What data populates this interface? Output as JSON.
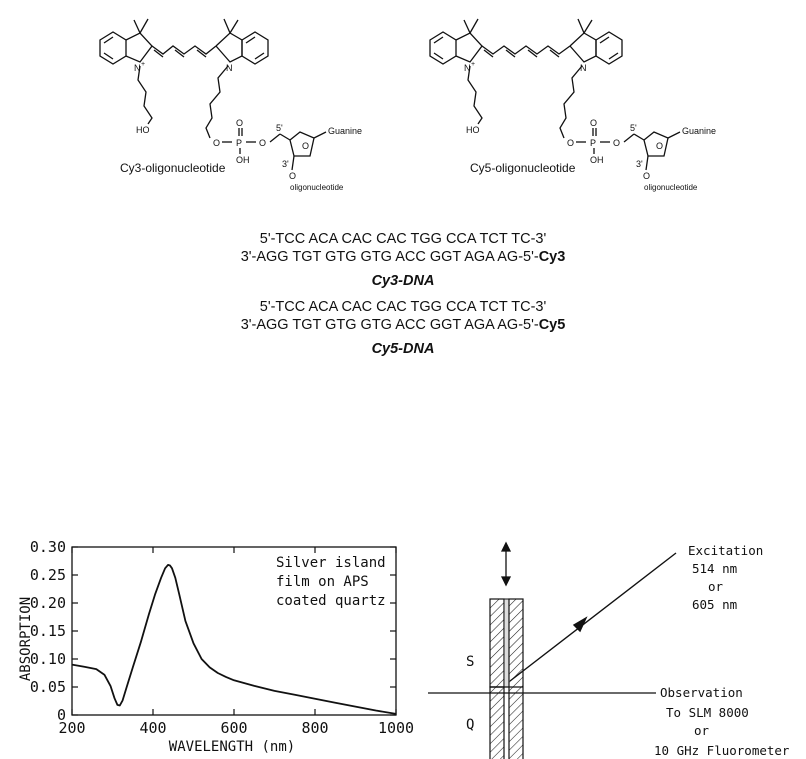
{
  "structures": {
    "cy3": {
      "caption": "Cy3-oligonucleotide",
      "n_plus": "N",
      "plus": "+",
      "n": "N",
      "ho": "HO",
      "o1": "O",
      "o2": "O",
      "o3": "O",
      "o4": "O",
      "p": "P",
      "oh": "OH",
      "five_prime": "5'",
      "three_prime": "3'",
      "o_base": "O",
      "guanine": "Guanine",
      "o_sub": "O",
      "oligo": "oligonucleotide"
    },
    "cy5": {
      "caption": "Cy5-oligonucleotide",
      "n_plus": "N",
      "plus": "+",
      "n": "N",
      "ho": "HO",
      "o1": "O",
      "o2": "O",
      "o3": "O",
      "o4": "O",
      "p": "P",
      "oh": "OH",
      "five_prime": "5'",
      "three_prime": "3'",
      "o_base": "O",
      "guanine": "Guanine",
      "o_sub": "O",
      "oligo": "oligonucleotide"
    }
  },
  "sequences": {
    "cy3": {
      "line1": "5'-TCC  ACA CAC CAC TGG CCA TCT TC-3'",
      "line2_prefix": "3'-AGG TGT GTG GTG ACC GGT AGA AG-5'-",
      "line2_dye": "Cy3",
      "label": "Cy3-DNA"
    },
    "cy5": {
      "line1": "5'-TCC  ACA CAC CAC TGG CCA TCT TC-3'",
      "line2_prefix": "3'-AGG TGT GTG GTG ACC GGT AGA AG-5'-",
      "line2_dye": "Cy5",
      "label": "Cy5-DNA"
    }
  },
  "chart_data": {
    "type": "line",
    "title": "",
    "annotation": [
      "Silver island",
      "film on APS",
      "coated quartz"
    ],
    "xlabel": "WAVELENGTH (nm)",
    "ylabel": "ABSORPTION",
    "xlim": [
      200,
      1000
    ],
    "ylim": [
      0,
      0.3
    ],
    "xticks": [
      200,
      400,
      600,
      800,
      1000
    ],
    "yticks": [
      0,
      0.05,
      0.1,
      0.15,
      0.2,
      0.25,
      0.3
    ],
    "xtick_labels": [
      "200",
      "400",
      "600",
      "800",
      "1000"
    ],
    "ytick_labels": [
      "0",
      "0.05",
      "0.10",
      "0.15",
      "0.20",
      "0.25",
      "0.30"
    ],
    "grid": false,
    "series": [
      {
        "x": [
          200,
          230,
          260,
          280,
          295,
          305,
          312,
          318,
          325,
          335,
          350,
          370,
          390,
          405,
          420,
          430,
          437,
          442,
          447,
          455,
          465,
          480,
          500,
          520,
          540,
          560,
          580,
          600,
          650,
          700,
          750,
          800,
          850,
          900,
          950,
          1000
        ],
        "y": [
          0.09,
          0.086,
          0.082,
          0.072,
          0.052,
          0.03,
          0.018,
          0.017,
          0.026,
          0.05,
          0.085,
          0.13,
          0.18,
          0.215,
          0.245,
          0.262,
          0.268,
          0.267,
          0.262,
          0.245,
          0.215,
          0.168,
          0.128,
          0.1,
          0.085,
          0.075,
          0.068,
          0.062,
          0.052,
          0.043,
          0.036,
          0.029,
          0.022,
          0.015,
          0.008,
          0.002
        ]
      }
    ]
  },
  "setup": {
    "excitation_title": "Excitation",
    "excitation_1": "514 nm",
    "excitation_or": "or",
    "excitation_2": "605 nm",
    "label_s": "S",
    "label_q": "Q",
    "observation_title": "Observation",
    "observation_1": "To SLM 8000",
    "observation_or": "or",
    "observation_2": "10 GHz Fluorometer"
  }
}
